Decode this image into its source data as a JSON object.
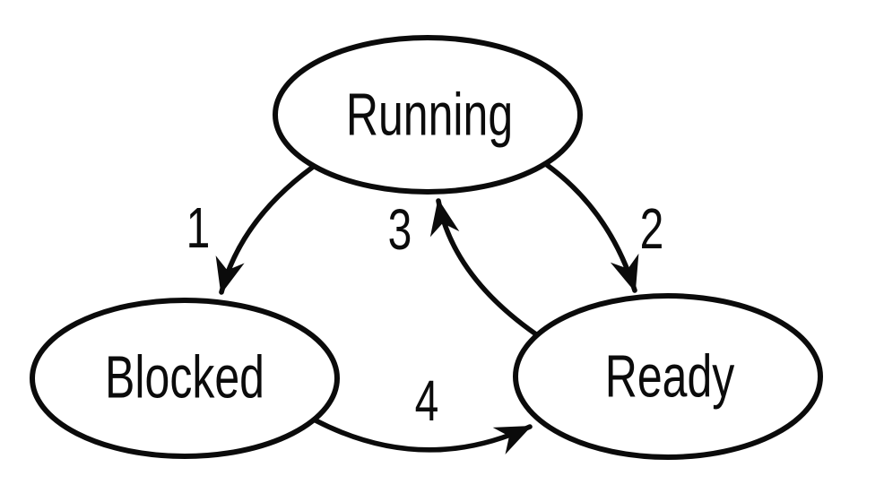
{
  "diagram": {
    "type": "state-transition-diagram",
    "background_color": "#ffffff",
    "line_color": "#0b0b0b",
    "states": [
      {
        "id": "running",
        "label": "Running"
      },
      {
        "id": "blocked",
        "label": "Blocked"
      },
      {
        "id": "ready",
        "label": "Ready"
      }
    ],
    "transitions": [
      {
        "number": "1",
        "from": "Running",
        "to": "Blocked"
      },
      {
        "number": "2",
        "from": "Running",
        "to": "Ready"
      },
      {
        "number": "3",
        "from": "Ready",
        "to": "Running"
      },
      {
        "number": "4",
        "from": "Blocked",
        "to": "Ready"
      }
    ]
  }
}
